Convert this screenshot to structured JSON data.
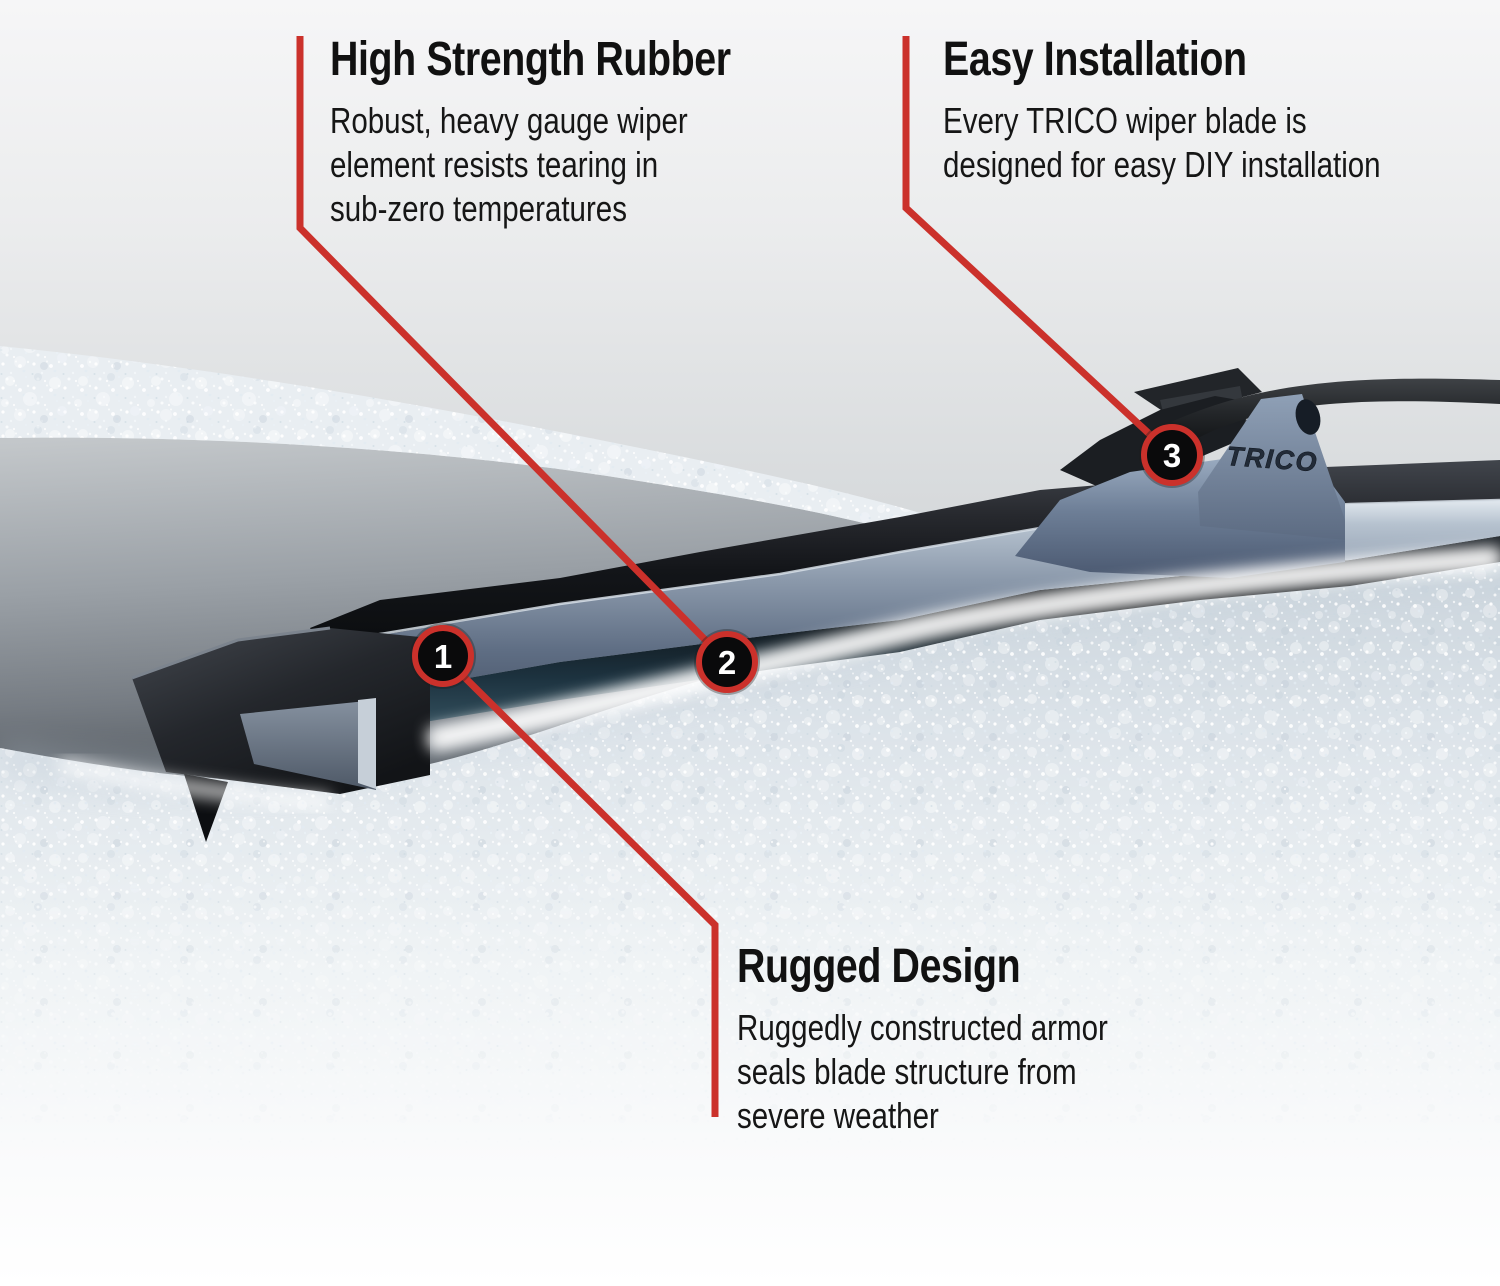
{
  "brand_logo": "TRICO",
  "colors": {
    "accent_red": "#cb312b",
    "marker_fill": "#0a0a0b",
    "marker_number": "#ffffff",
    "heading_text": "#111111",
    "body_text": "#161616"
  },
  "callouts": {
    "high_strength_rubber": {
      "marker": "2",
      "title": "High Strength Rubber",
      "lines": [
        "Robust, heavy gauge wiper",
        "element resists tearing in",
        "sub-zero temperatures"
      ]
    },
    "easy_installation": {
      "marker": "3",
      "title": "Easy Installation",
      "lines": [
        "Every TRICO wiper blade is",
        "designed for easy DIY installation"
      ]
    },
    "rugged_design": {
      "marker": "1",
      "title": "Rugged Design",
      "lines": [
        "Ruggedly constructed armor",
        "seals blade structure from",
        "severe weather"
      ]
    }
  }
}
